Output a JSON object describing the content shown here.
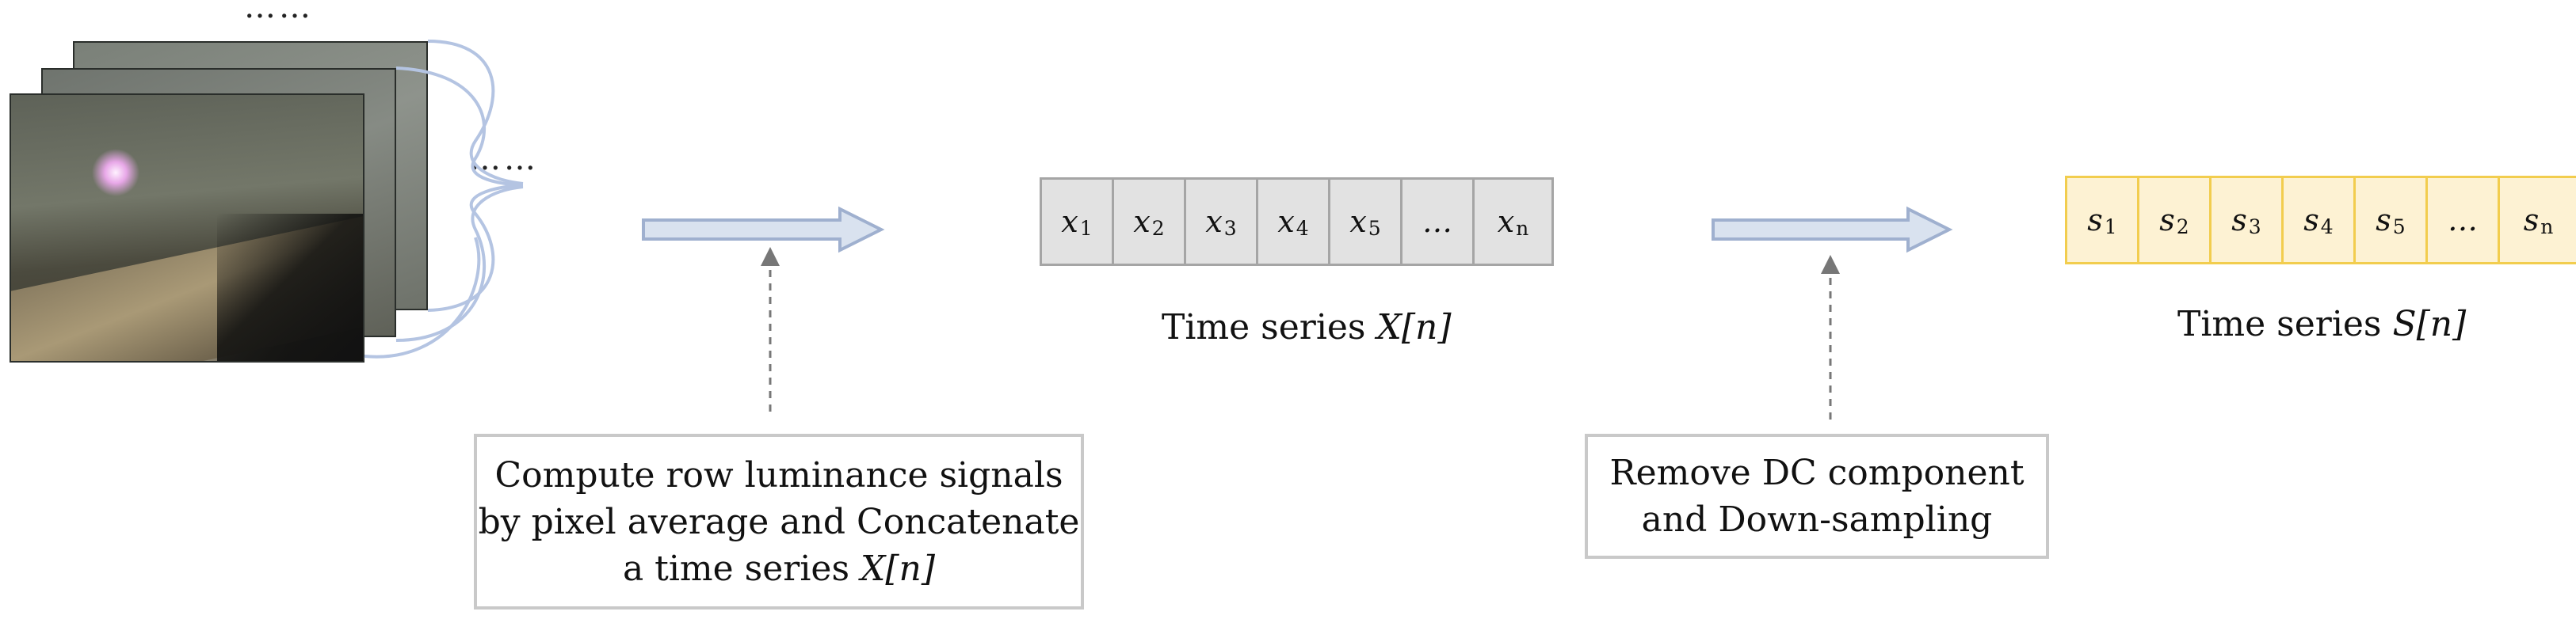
{
  "frames": {
    "top_dots": "……",
    "side_dots": "……"
  },
  "x_sequence": {
    "cells": [
      {
        "base": "x",
        "sub": "1"
      },
      {
        "base": "x",
        "sub": "2"
      },
      {
        "base": "x",
        "sub": "3"
      },
      {
        "base": "x",
        "sub": "4"
      },
      {
        "base": "x",
        "sub": "5"
      },
      {
        "base": "…",
        "sub": ""
      },
      {
        "base": "x",
        "sub": "n"
      }
    ],
    "caption_text": "Time series ",
    "caption_math": "X[n]"
  },
  "s_sequence": {
    "cells": [
      {
        "base": "s",
        "sub": "1"
      },
      {
        "base": "s",
        "sub": "2"
      },
      {
        "base": "s",
        "sub": "3"
      },
      {
        "base": "s",
        "sub": "4"
      },
      {
        "base": "s",
        "sub": "5"
      },
      {
        "base": "…",
        "sub": ""
      },
      {
        "base": "s",
        "sub": "n"
      }
    ],
    "caption_text": "Time series ",
    "caption_math": "S[n]"
  },
  "step1_box": {
    "line1": "Compute row luminance signals",
    "line2": "by pixel average and Concatenate",
    "line3_text": "a time series ",
    "line3_math": "X[n]"
  },
  "step2_box": {
    "line1": "Remove DC component",
    "line2": "and Down-sampling"
  },
  "colors": {
    "arrow_fill": "#d9e2ef",
    "arrow_stroke": "#9fb0cf",
    "brace": "#b4c4e2",
    "x_cell_fill": "#e2e2e2",
    "s_cell_fill": "#fdf2d3",
    "s_cell_border": "#f2cd4e"
  }
}
